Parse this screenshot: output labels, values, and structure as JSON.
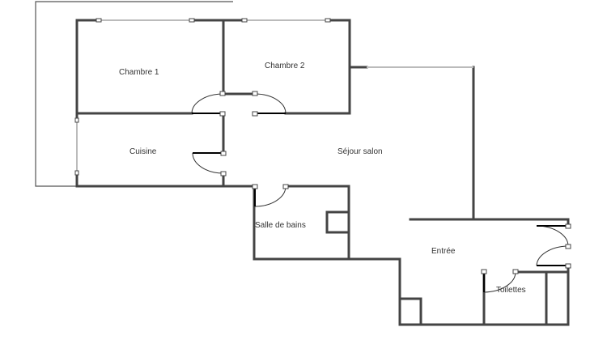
{
  "plan": {
    "rooms": [
      {
        "label": "Chambre  1"
      },
      {
        "label": "Chambre  2"
      },
      {
        "label": "Cuisine"
      },
      {
        "label": "Séjour salon"
      },
      {
        "label": "Salle de bains"
      },
      {
        "label": "Entrée"
      },
      {
        "label": "Toilettes"
      }
    ]
  }
}
